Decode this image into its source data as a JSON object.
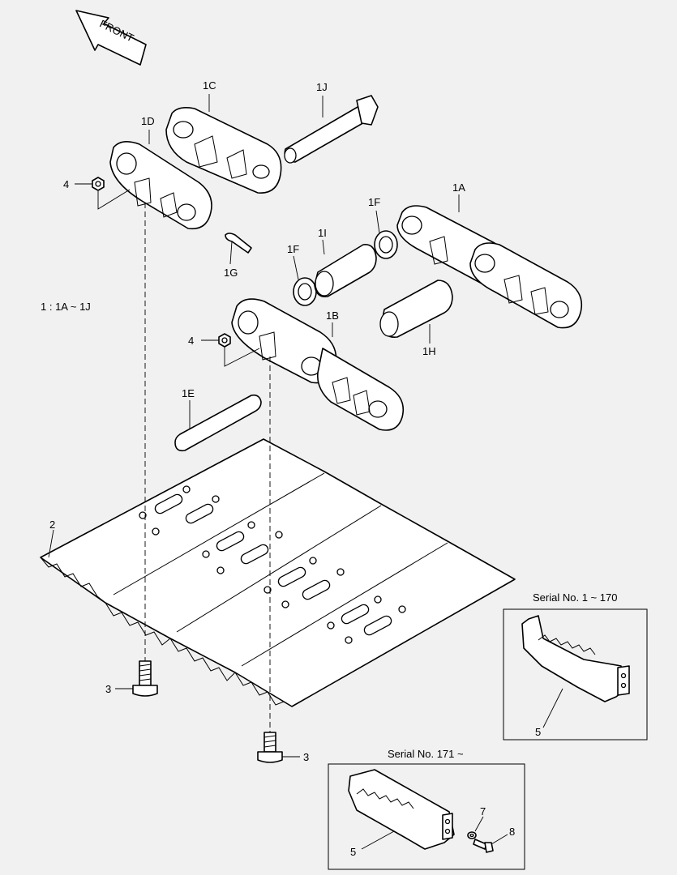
{
  "front_arrow": {
    "label": "FRONT"
  },
  "callouts": {
    "c1A": "1A",
    "c1B": "1B",
    "c1C": "1C",
    "c1D": "1D",
    "c1E": "1E",
    "c1F_upper": "1F",
    "c1F_lower": "1F",
    "c1G": "1G",
    "c1H": "1H",
    "c1I": "1I",
    "c1J": "1J",
    "c2": "2",
    "c3_left": "3",
    "c3_right": "3",
    "c4_upper": "4",
    "c4_lower": "4"
  },
  "assembly_note": "1 : 1A ~ 1J",
  "inset_old": {
    "title": "Serial No. 1 ~ 170",
    "part_label": "5"
  },
  "inset_new": {
    "title": "Serial No. 171 ~",
    "part_label": "5",
    "washer_label": "7",
    "bolt_label": "8"
  }
}
